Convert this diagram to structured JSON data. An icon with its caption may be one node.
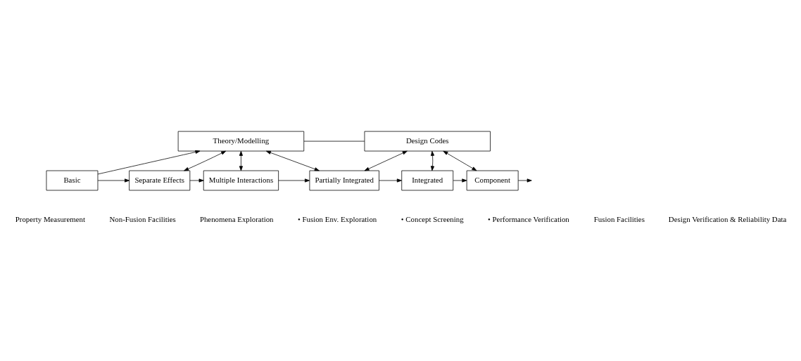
{
  "diagram": {
    "nodes": [
      {
        "text": [
          "Theory/Modelling"
        ]
      },
      {
        "text": [
          "Design Codes"
        ]
      },
      {
        "text": [
          "Basic"
        ]
      },
      {
        "text": [
          "Separate Effects"
        ]
      },
      {
        "text": [
          "Multiple Interactions"
        ]
      },
      {
        "text": [
          "Partially Integrated"
        ]
      },
      {
        "text": [
          "Integrated"
        ]
      },
      {
        "text": [
          "Component"
        ]
      }
    ],
    "edges": [
      {
        "from": 2,
        "to": 0,
        "arrow": "to"
      },
      {
        "from": 0,
        "to": 1,
        "arrow": "none"
      },
      {
        "from": 0,
        "to": 3,
        "arrow": "both"
      },
      {
        "from": 0,
        "to": 4,
        "arrow": "both"
      },
      {
        "from": 0,
        "to": 5,
        "arrow": "both"
      },
      {
        "from": 1,
        "to": 5,
        "arrow": "both"
      },
      {
        "from": 1,
        "to": 6,
        "arrow": "both"
      },
      {
        "from": 1,
        "to": 7,
        "arrow": "both"
      },
      {
        "from": 2,
        "to": 3,
        "arrow": "to"
      },
      {
        "from": 3,
        "to": 4,
        "arrow": "to"
      },
      {
        "from": 4,
        "to": 5,
        "arrow": "to"
      },
      {
        "from": 5,
        "to": 6,
        "arrow": "to"
      },
      {
        "from": 6,
        "to": 7,
        "arrow": "to"
      },
      {
        "from": 7,
        "to": null,
        "arrow": "to"
      }
    ],
    "labels": [
      "Property Measurement",
      "Phenomena Exploration",
      "• Fusion Env. Exploration",
      "• Concept Screening",
      "• Performance Verification",
      "Design Verification & Reliability Data",
      "Non-Fusion Facilities",
      "Fusion Facilities"
    ]
  }
}
